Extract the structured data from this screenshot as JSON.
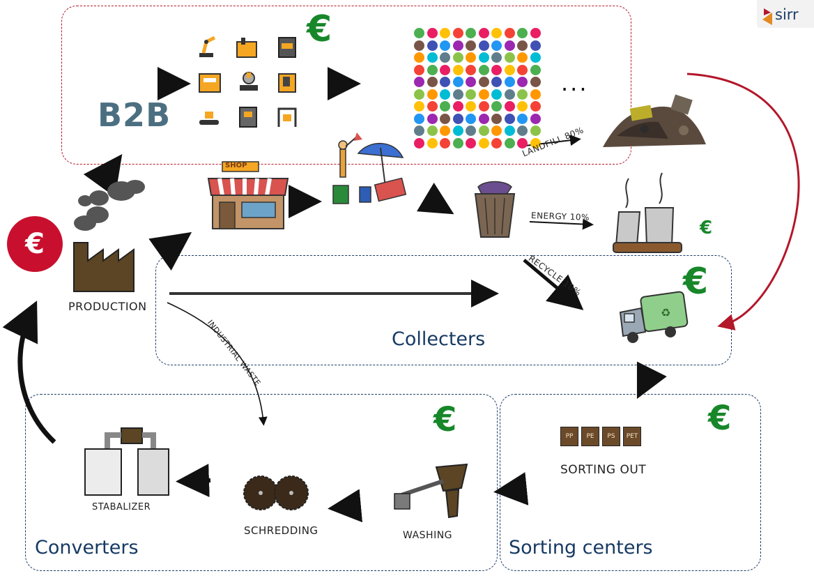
{
  "logo": {
    "text": "sirr",
    "color": "#b3172a"
  },
  "b2b_label": "B2B",
  "ellipsis": "...",
  "currency_symbol": "€",
  "colors": {
    "euro_green": "#17872a",
    "euro_red": "#c8102e",
    "region_border": "#1d3c66",
    "b2b_border": "#b3172a",
    "curve_arrow": "#b3172a"
  },
  "shop_sign": "SHOP",
  "stages": {
    "production": "PRODUCTION",
    "sorting_out": "SORTING OUT",
    "washing": "WASHING",
    "schredding": "SCHREDDING",
    "stabalizer": "STABALIZER"
  },
  "streams": {
    "landfill": "LANDFILL 80%",
    "energy": "ENERGY 10%",
    "recycle": "RECYCLE 10%",
    "industrial_waste": "INDUSTRIAL WASTE"
  },
  "bin_labels": [
    "PP",
    "PE",
    "PS",
    "PET"
  ],
  "regions": {
    "collecters": "Collecters",
    "converters": "Converters",
    "sorting_centers": "Sorting centers"
  },
  "icons": [
    "robot-arm-icon",
    "factory-machine-icon",
    "press-machine-icon",
    "sewing-machine-icon",
    "drill-machine-icon",
    "cnc-machine-icon",
    "conveyor-icon",
    "cabinet-machine-icon",
    "gantry-machine-icon",
    "product-icon-grid",
    "landfill-pile-icon",
    "power-plant-icon",
    "recycling-truck-icon",
    "factory-icon",
    "shop-icon",
    "consumer-icon",
    "trash-bin-icon",
    "sorting-bins-icon",
    "washing-machine-icon",
    "shredder-icon",
    "stabalizer-icon"
  ]
}
